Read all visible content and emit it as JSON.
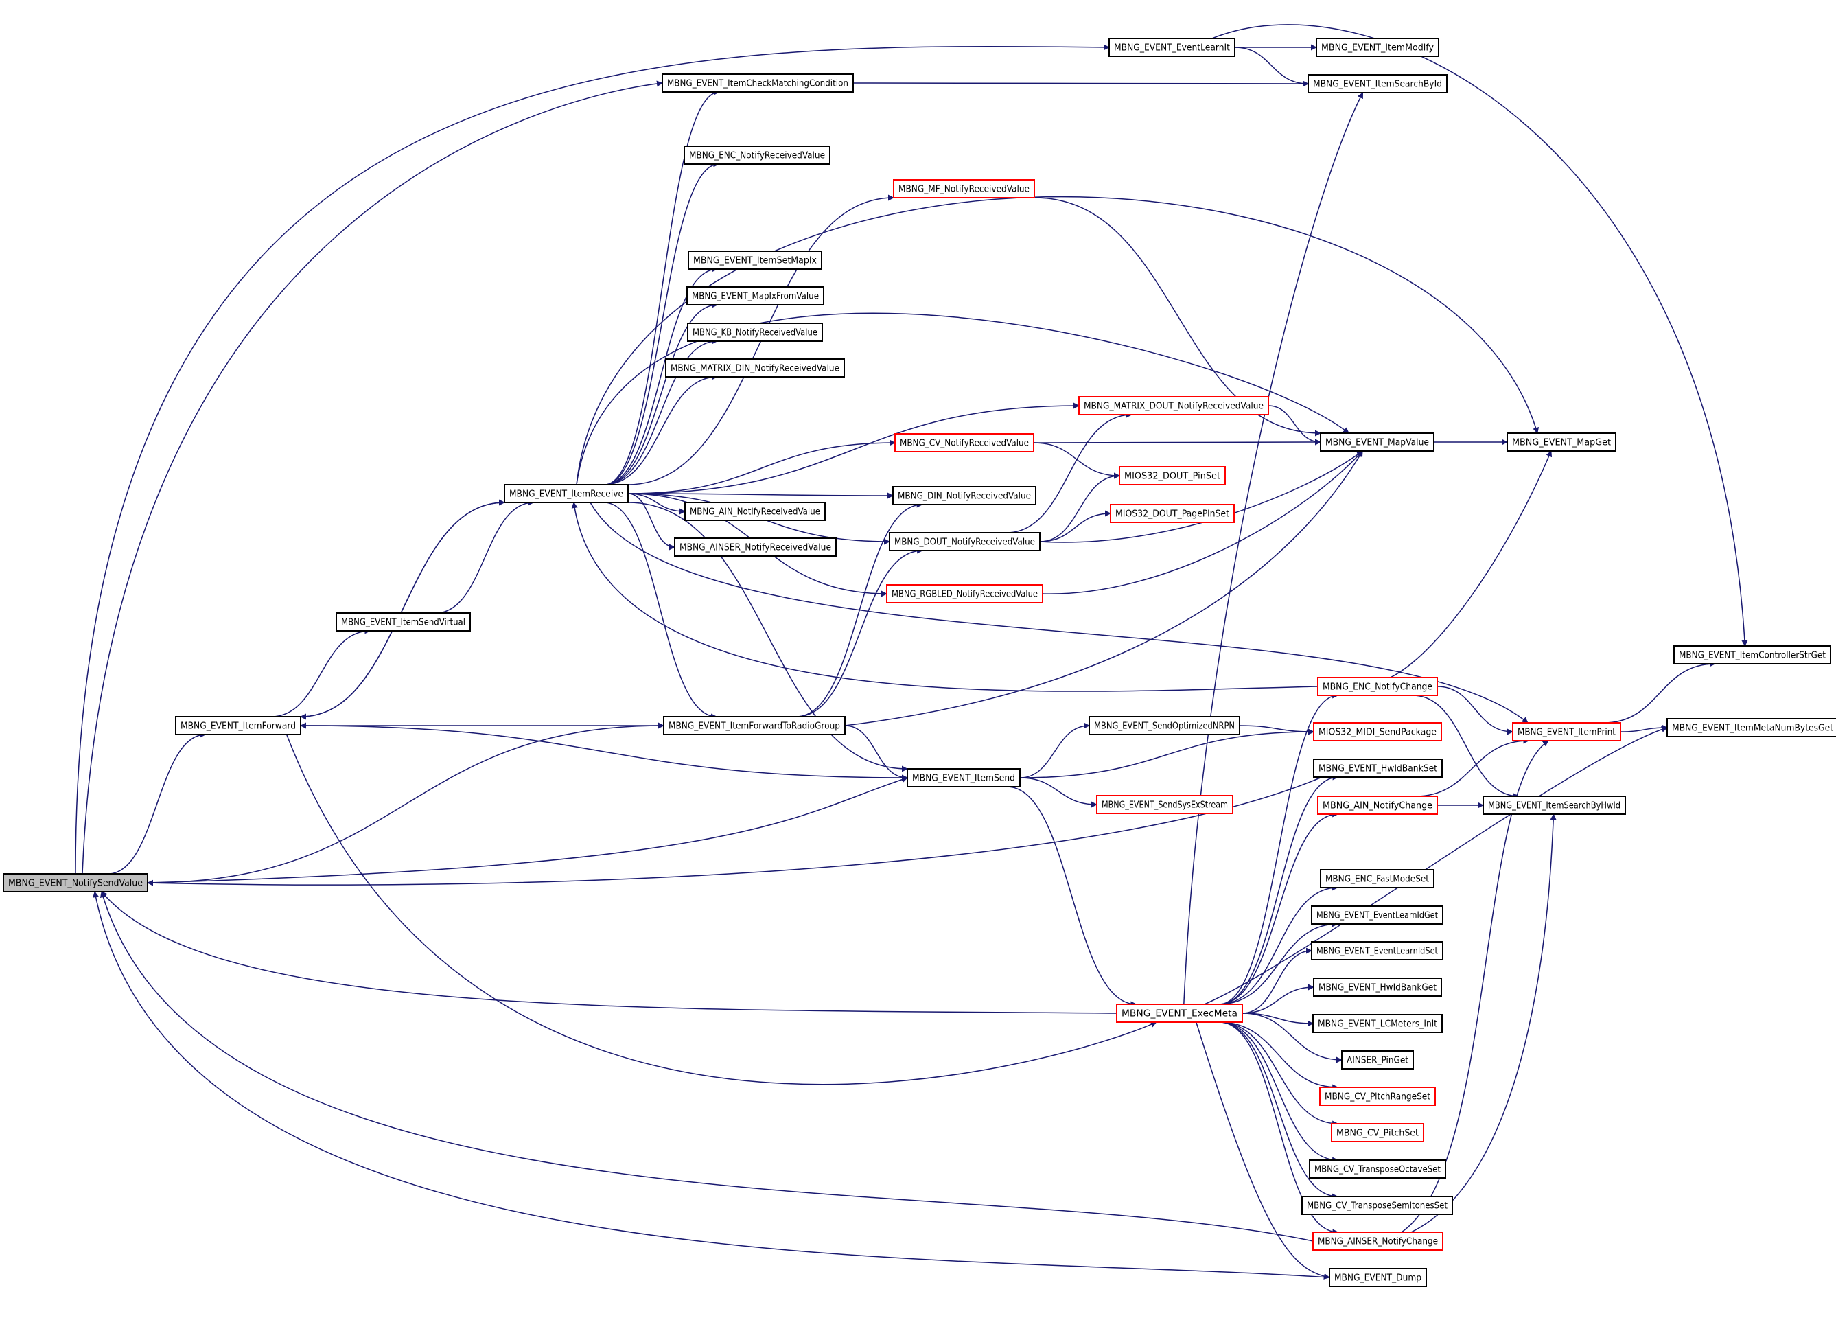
{
  "graph": {
    "nodes": [
      {
        "id": "notifysend",
        "label": "MBNG_EVENT_NotifySendValue",
        "style": "selected"
      },
      {
        "id": "forward",
        "label": "MBNG_EVENT_ItemForward",
        "style": "normal"
      },
      {
        "id": "receive",
        "label": "MBNG_EVENT_ItemReceive",
        "style": "normal"
      },
      {
        "id": "sendvirtual",
        "label": "MBNG_EVENT_ItemSendVirtual",
        "style": "normal"
      },
      {
        "id": "forwardradio",
        "label": "MBNG_EVENT_ItemForwardToRadioGroup",
        "style": "normal"
      },
      {
        "id": "checkmatch",
        "label": "MBNG_EVENT_ItemCheckMatchingCondition",
        "style": "normal"
      },
      {
        "id": "enc_nrv",
        "label": "MBNG_ENC_NotifyReceivedValue",
        "style": "normal"
      },
      {
        "id": "mf_nrv",
        "label": "MBNG_MF_NotifyReceivedValue",
        "style": "red"
      },
      {
        "id": "setmapix",
        "label": "MBNG_EVENT_ItemSetMapIx",
        "style": "normal"
      },
      {
        "id": "mapixfrom",
        "label": "MBNG_EVENT_MapIxFromValue",
        "style": "normal"
      },
      {
        "id": "kb_nrv",
        "label": "MBNG_KB_NotifyReceivedValue",
        "style": "normal"
      },
      {
        "id": "matrixdin_nrv",
        "label": "MBNG_MATRIX_DIN_NotifyReceivedValue",
        "style": "normal"
      },
      {
        "id": "ain_nrv",
        "label": "MBNG_AIN_NotifyReceivedValue",
        "style": "normal"
      },
      {
        "id": "ainser_nrv",
        "label": "MBNG_AINSER_NotifyReceivedValue",
        "style": "normal"
      },
      {
        "id": "matrixdout_nrv",
        "label": "MBNG_MATRIX_DOUT_NotifyReceivedValue",
        "style": "red"
      },
      {
        "id": "cv_nrv",
        "label": "MBNG_CV_NotifyReceivedValue",
        "style": "red"
      },
      {
        "id": "din_nrv",
        "label": "MBNG_DIN_NotifyReceivedValue",
        "style": "normal"
      },
      {
        "id": "dout_nrv",
        "label": "MBNG_DOUT_NotifyReceivedValue",
        "style": "normal"
      },
      {
        "id": "rgbled_nrv",
        "label": "MBNG_RGBLED_NotifyReceivedValue",
        "style": "red"
      },
      {
        "id": "itemsend",
        "label": "MBNG_EVENT_ItemSend",
        "style": "normal"
      },
      {
        "id": "learnit",
        "label": "MBNG_EVENT_EventLearnIt",
        "style": "normal"
      },
      {
        "id": "itemmodify",
        "label": "MBNG_EVENT_ItemModify",
        "style": "normal"
      },
      {
        "id": "searchbyid",
        "label": "MBNG_EVENT_ItemSearchById",
        "style": "normal"
      },
      {
        "id": "mapvalue",
        "label": "MBNG_EVENT_MapValue",
        "style": "normal"
      },
      {
        "id": "mapget",
        "label": "MBNG_EVENT_MapGet",
        "style": "normal"
      },
      {
        "id": "pinset",
        "label": "MIOS32_DOUT_PinSet",
        "style": "red"
      },
      {
        "id": "pagepinset",
        "label": "MIOS32_DOUT_PagePinSet",
        "style": "red"
      },
      {
        "id": "enc_change",
        "label": "MBNG_ENC_NotifyChange",
        "style": "red"
      },
      {
        "id": "itemprint",
        "label": "MBNG_EVENT_ItemPrint",
        "style": "red"
      },
      {
        "id": "ctrlstr",
        "label": "MBNG_EVENT_ItemControllerStrGet",
        "style": "normal"
      },
      {
        "id": "metanum",
        "label": "MBNG_EVENT_ItemMetaNumBytesGet",
        "style": "normal"
      },
      {
        "id": "sendnrpn",
        "label": "MBNG_EVENT_SendOptimizedNRPN",
        "style": "normal"
      },
      {
        "id": "midisend",
        "label": "MIOS32_MIDI_SendPackage",
        "style": "red"
      },
      {
        "id": "hwbankset",
        "label": "MBNG_EVENT_HwIdBankSet",
        "style": "normal"
      },
      {
        "id": "sysex",
        "label": "MBNG_EVENT_SendSysExStream",
        "style": "red"
      },
      {
        "id": "ain_change",
        "label": "MBNG_AIN_NotifyChange",
        "style": "red"
      },
      {
        "id": "searchbyhwid",
        "label": "MBNG_EVENT_ItemSearchByHwId",
        "style": "normal"
      },
      {
        "id": "enc_fast",
        "label": "MBNG_ENC_FastModeSet",
        "style": "normal"
      },
      {
        "id": "learnidget",
        "label": "MBNG_EVENT_EventLearnIdGet",
        "style": "normal"
      },
      {
        "id": "learnidset",
        "label": "MBNG_EVENT_EventLearnIdSet",
        "style": "normal"
      },
      {
        "id": "hwbankget",
        "label": "MBNG_EVENT_HwIdBankGet",
        "style": "normal"
      },
      {
        "id": "execmeta",
        "label": "MBNG_EVENT_ExecMeta",
        "style": "red"
      },
      {
        "id": "lcmeters",
        "label": "MBNG_EVENT_LCMeters_Init",
        "style": "normal"
      },
      {
        "id": "ainser_pinget",
        "label": "AINSER_PinGet",
        "style": "normal"
      },
      {
        "id": "cv_pitchrange",
        "label": "MBNG_CV_PitchRangeSet",
        "style": "red"
      },
      {
        "id": "cv_pitch",
        "label": "MBNG_CV_PitchSet",
        "style": "red"
      },
      {
        "id": "cv_transoct",
        "label": "MBNG_CV_TransposeOctaveSet",
        "style": "normal"
      },
      {
        "id": "cv_transsemi",
        "label": "MBNG_CV_TransposeSemitonesSet",
        "style": "normal"
      },
      {
        "id": "ainser_change",
        "label": "MBNG_AINSER_NotifyChange",
        "style": "red"
      },
      {
        "id": "dump",
        "label": "MBNG_EVENT_Dump",
        "style": "normal"
      }
    ],
    "edges": [
      [
        "notifysend",
        "forward"
      ],
      [
        "notifysend",
        "checkmatch"
      ],
      [
        "notifysend",
        "learnit"
      ],
      [
        "notifysend",
        "forwardradio"
      ],
      [
        "notifysend",
        "itemsend"
      ],
      [
        "forward",
        "receive"
      ],
      [
        "forward",
        "sendvirtual"
      ],
      [
        "forward",
        "itemsend"
      ],
      [
        "forward",
        "execmeta"
      ],
      [
        "receive",
        "forward"
      ],
      [
        "receive",
        "checkmatch"
      ],
      [
        "receive",
        "enc_nrv"
      ],
      [
        "receive",
        "mf_nrv"
      ],
      [
        "receive",
        "setmapix"
      ],
      [
        "receive",
        "mapixfrom"
      ],
      [
        "receive",
        "kb_nrv"
      ],
      [
        "receive",
        "matrixdin_nrv"
      ],
      [
        "receive",
        "ain_nrv"
      ],
      [
        "receive",
        "ainser_nrv"
      ],
      [
        "receive",
        "matrixdout_nrv"
      ],
      [
        "receive",
        "cv_nrv"
      ],
      [
        "receive",
        "din_nrv"
      ],
      [
        "receive",
        "dout_nrv"
      ],
      [
        "receive",
        "rgbled_nrv"
      ],
      [
        "receive",
        "forwardradio"
      ],
      [
        "receive",
        "itemsend"
      ],
      [
        "receive",
        "mapvalue"
      ],
      [
        "receive",
        "mapget"
      ],
      [
        "receive",
        "itemprint"
      ],
      [
        "sendvirtual",
        "receive"
      ],
      [
        "forwardradio",
        "forward"
      ],
      [
        "forwardradio",
        "din_nrv"
      ],
      [
        "forwardradio",
        "dout_nrv"
      ],
      [
        "forwardradio",
        "mapvalue"
      ],
      [
        "forwardradio",
        "itemsend"
      ],
      [
        "checkmatch",
        "searchbyid"
      ],
      [
        "learnit",
        "itemmodify"
      ],
      [
        "learnit",
        "searchbyid"
      ],
      [
        "learnit",
        "ctrlstr"
      ],
      [
        "mf_nrv",
        "mapvalue"
      ],
      [
        "matrixdout_nrv",
        "mapvalue"
      ],
      [
        "cv_nrv",
        "mapvalue"
      ],
      [
        "cv_nrv",
        "pinset"
      ],
      [
        "dout_nrv",
        "pinset"
      ],
      [
        "dout_nrv",
        "pagepinset"
      ],
      [
        "dout_nrv",
        "mapvalue"
      ],
      [
        "dout_nrv",
        "matrixdout_nrv"
      ],
      [
        "rgbled_nrv",
        "mapvalue"
      ],
      [
        "mapvalue",
        "mapget"
      ],
      [
        "enc_change",
        "receive"
      ],
      [
        "enc_change",
        "mapget"
      ],
      [
        "enc_change",
        "itemprint"
      ],
      [
        "enc_change",
        "searchbyhwid"
      ],
      [
        "itemprint",
        "ctrlstr"
      ],
      [
        "itemprint",
        "metanum"
      ],
      [
        "itemsend",
        "sendnrpn"
      ],
      [
        "itemsend",
        "midisend"
      ],
      [
        "itemsend",
        "sysex"
      ],
      [
        "itemsend",
        "execmeta"
      ],
      [
        "sendnrpn",
        "midisend"
      ],
      [
        "hwbankset",
        "notifysend"
      ],
      [
        "ain_change",
        "itemprint"
      ],
      [
        "ain_change",
        "searchbyhwid"
      ],
      [
        "execmeta",
        "notifysend"
      ],
      [
        "execmeta",
        "searchbyid"
      ],
      [
        "execmeta",
        "metanum"
      ],
      [
        "execmeta",
        "hwbankset"
      ],
      [
        "execmeta",
        "ain_change"
      ],
      [
        "execmeta",
        "enc_fast"
      ],
      [
        "execmeta",
        "learnidget"
      ],
      [
        "execmeta",
        "learnidset"
      ],
      [
        "execmeta",
        "hwbankget"
      ],
      [
        "execmeta",
        "lcmeters"
      ],
      [
        "execmeta",
        "ainser_pinget"
      ],
      [
        "execmeta",
        "cv_pitchrange"
      ],
      [
        "execmeta",
        "cv_pitch"
      ],
      [
        "execmeta",
        "cv_transoct"
      ],
      [
        "execmeta",
        "cv_transsemi"
      ],
      [
        "execmeta",
        "ainser_change"
      ],
      [
        "execmeta",
        "dump"
      ],
      [
        "execmeta",
        "enc_change"
      ],
      [
        "ainser_change",
        "notifysend"
      ],
      [
        "ainser_change",
        "itemprint"
      ],
      [
        "ainser_change",
        "searchbyhwid"
      ],
      [
        "dump",
        "notifysend"
      ]
    ]
  }
}
